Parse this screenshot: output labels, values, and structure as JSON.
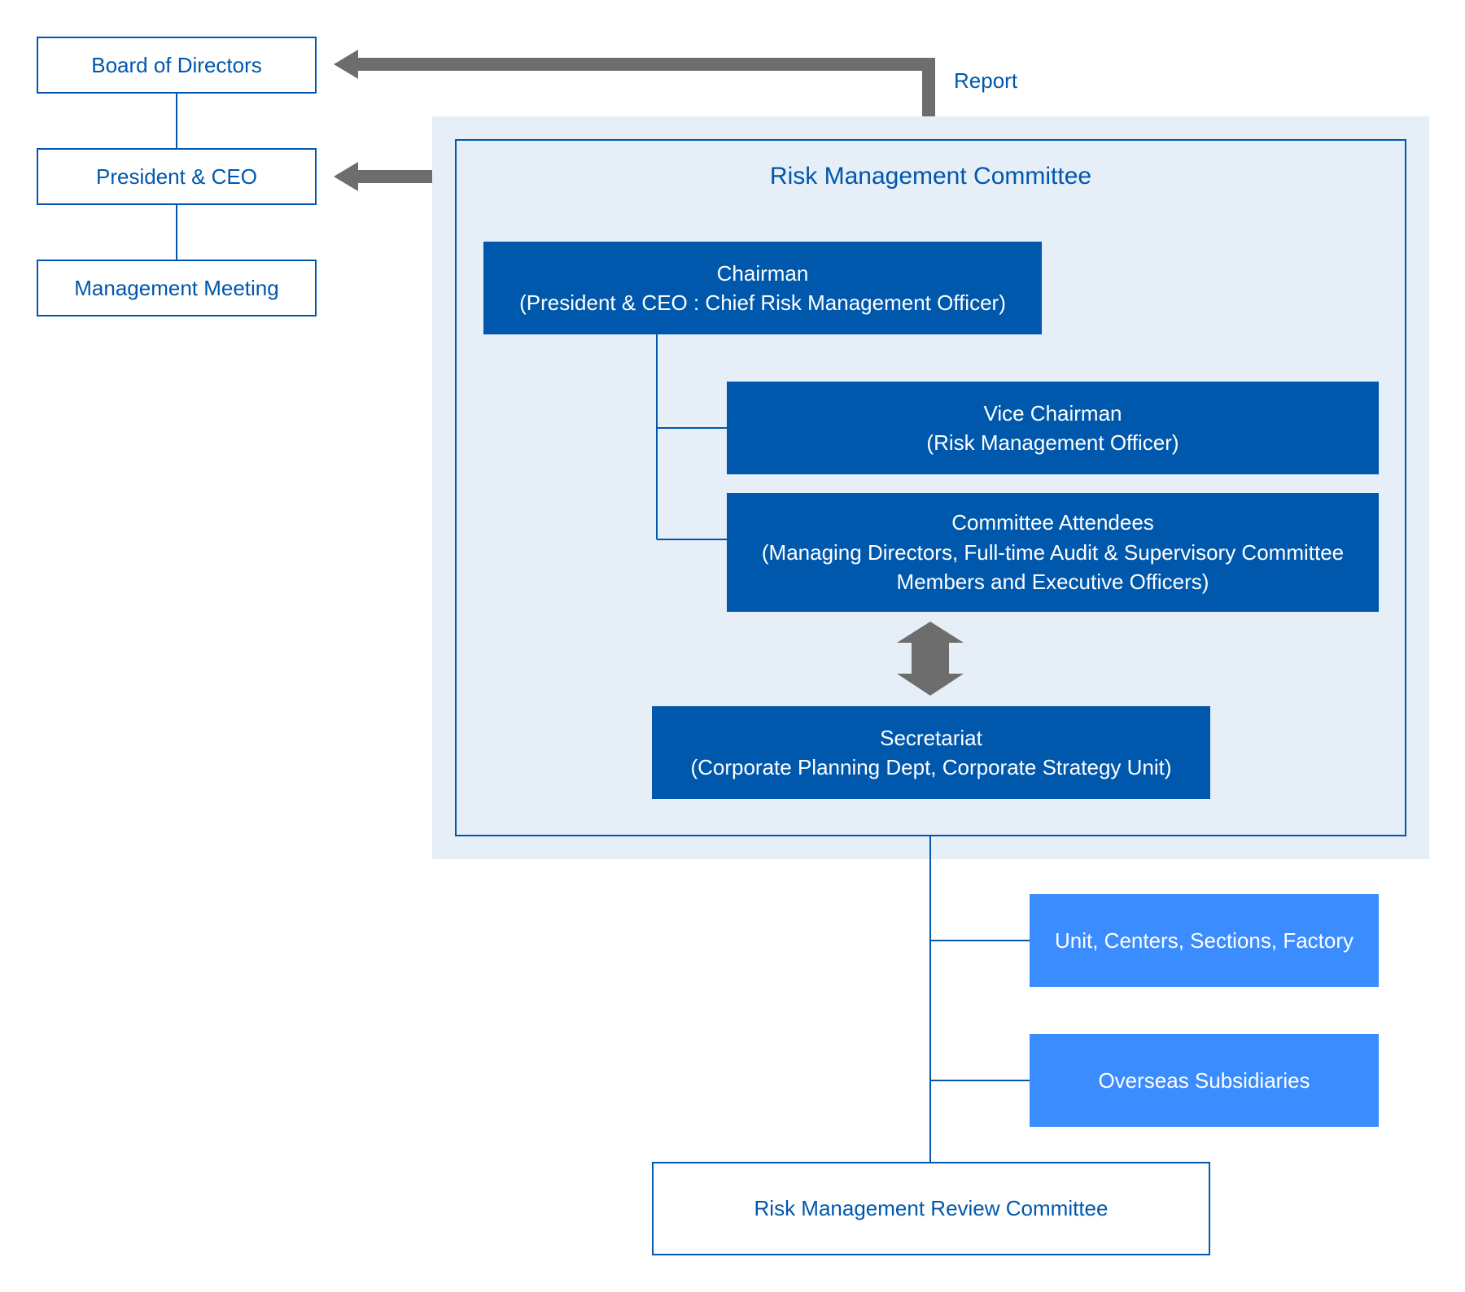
{
  "board": "Board of Directors",
  "president": "President & CEO",
  "management_meeting": "Management Meeting",
  "report_label": "Report",
  "committee": {
    "title": "Risk Management Committee",
    "chairman": {
      "title": "Chairman",
      "detail": "(President & CEO : Chief Risk Management Officer)"
    },
    "vice_chairman": {
      "title": "Vice Chairman",
      "detail": "(Risk Management Officer)"
    },
    "attendees": {
      "title": "Committee Attendees",
      "detail_1": "(Managing Directors, Full-time Audit & Supervisory Committee",
      "detail_2": "Members and Executive Officers)"
    },
    "secretariat": {
      "title": "Secretariat",
      "detail": "(Corporate Planning Dept, Corporate Strategy Unit)"
    }
  },
  "units": "Unit, Centers, Sections, Factory",
  "overseas": "Overseas Subsidiaries",
  "review_committee": "Risk Management Review Committee",
  "colors": {
    "primary": "#0058ad",
    "light": "#3b8cff",
    "panel": "#e6eef8",
    "arrow": "#6d6d6d"
  }
}
